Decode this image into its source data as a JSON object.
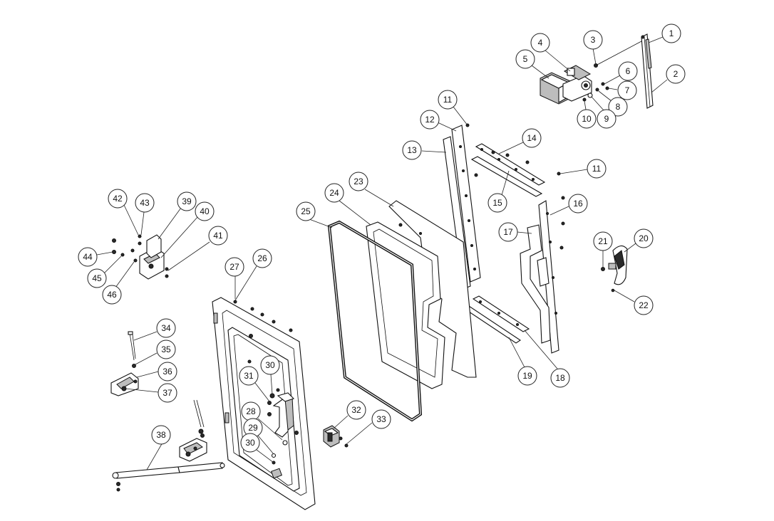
{
  "callouts": [
    "1",
    "2",
    "3",
    "4",
    "5",
    "6",
    "7",
    "8",
    "9",
    "10",
    "11",
    "12",
    "13",
    "14",
    "11",
    "15",
    "16",
    "17",
    "18",
    "19",
    "20",
    "21",
    "22",
    "23",
    "24",
    "25",
    "26",
    "27",
    "28",
    "29",
    "30",
    "30",
    "31",
    "32",
    "33",
    "34",
    "35",
    "36",
    "37",
    "38",
    "39",
    "40",
    "41",
    "42",
    "43",
    "44",
    "45",
    "46"
  ]
}
